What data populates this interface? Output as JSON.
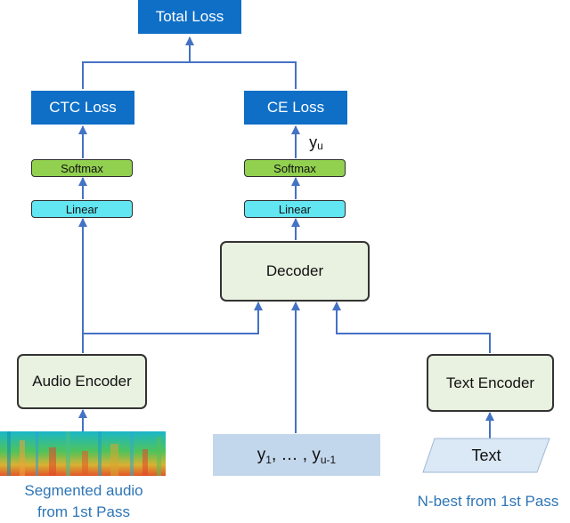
{
  "losses": {
    "total": "Total Loss",
    "ctc": "CTC Loss",
    "ce": "CE Loss"
  },
  "layers": {
    "softmax": "Softmax",
    "linear": "Linear"
  },
  "blocks": {
    "decoder": "Decoder",
    "audio_encoder": "Audio Encoder",
    "text_encoder": "Text Encoder"
  },
  "output_label": {
    "base": "y",
    "sub": "u"
  },
  "inputs": {
    "sequence": {
      "y": "y",
      "sub1": "1",
      "ellipsis": ", … , y",
      "sub2": "u-1"
    },
    "text": "Text",
    "audio_caption_line1": "Segmented audio",
    "audio_caption_line2": "from 1st Pass",
    "text_caption": "N-best from 1st Pass"
  },
  "colors": {
    "loss_box": "#0f6fc6",
    "softmax_box": "#92d050",
    "linear_box": "#62e6f2",
    "block_fill": "#e9f1e0",
    "arrow": "#4472c4",
    "caption_text": "#2e75b6",
    "sequence_box": "#c3d7ec",
    "text_box": "#dbe8f5"
  }
}
